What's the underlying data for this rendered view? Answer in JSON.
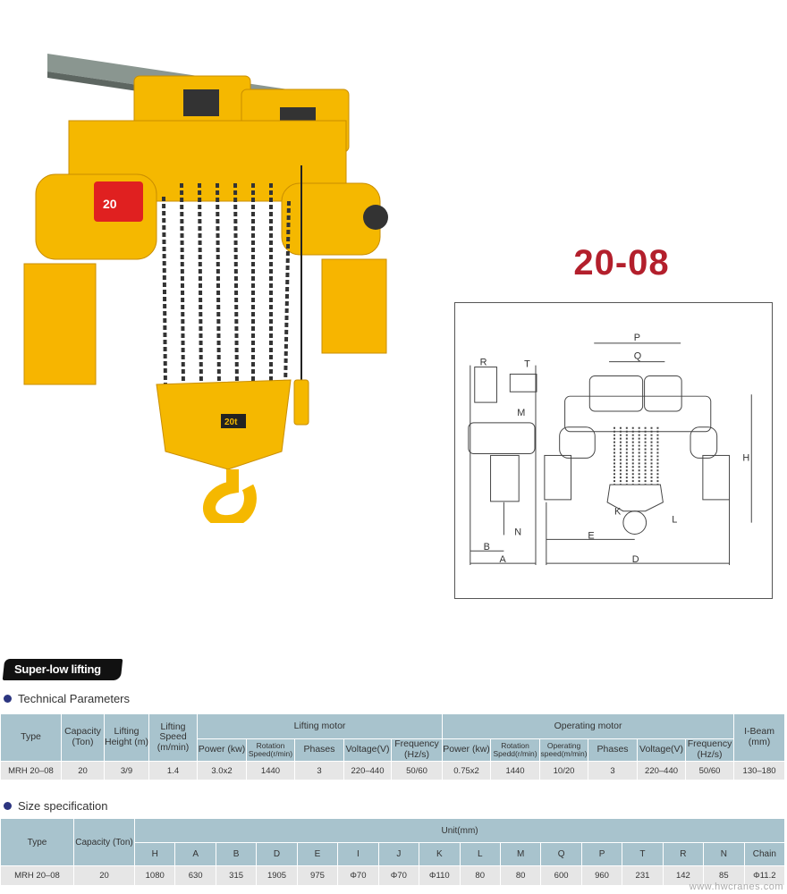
{
  "model_title": "20-08",
  "hoist_image": {
    "load_plate": "20t",
    "display": "20"
  },
  "diagram": {
    "labels": [
      "P",
      "Q",
      "R",
      "T",
      "M",
      "H",
      "K",
      "L",
      "N",
      "B",
      "A",
      "E",
      "D"
    ]
  },
  "banner": "Super-low lifting",
  "tech_section": "Technical Parameters",
  "tech_table": {
    "headers": {
      "type": "Type",
      "capacity": "Capacity (Ton)",
      "lifting_height": "Lifting Height (m)",
      "lifting_speed": "Lifting Speed (m/min)",
      "lifting_motor": "Lifting motor",
      "operating_motor": "Operating motor",
      "i_beam": "I-Beam (mm)",
      "lm": [
        "Power (kw)",
        "Rotation Speed(r/min)",
        "Phases",
        "Voltage(V)",
        "Frequency (Hz/s)"
      ],
      "om": [
        "Power (kw)",
        "Rotation Spedd(r/min)",
        "Operating speed(m/min)",
        "Phases",
        "Voltage(V)",
        "Frequency (Hz/s)"
      ]
    },
    "row": [
      "MRH 20–08",
      "20",
      "3/9",
      "1.4",
      "3.0x2",
      "1440",
      "3",
      "220–440",
      "50/60",
      "0.75x2",
      "1440",
      "10/20",
      "3",
      "220–440",
      "50/60",
      "130–180"
    ]
  },
  "size_section": "Size specification",
  "size_table": {
    "headers": {
      "type": "Type",
      "capacity": "Capacity (Ton)",
      "unit": "Unit(mm)",
      "cols": [
        "H",
        "A",
        "B",
        "D",
        "E",
        "I",
        "J",
        "K",
        "L",
        "M",
        "Q",
        "P",
        "T",
        "R",
        "N",
        "Chain"
      ]
    },
    "row": [
      "MRH 20–08",
      "20",
      "1080",
      "630",
      "315",
      "1905",
      "975",
      "Φ70",
      "Φ70",
      "Φ110",
      "80",
      "80",
      "600",
      "960",
      "231",
      "142",
      "85",
      "Φ11.2"
    ]
  },
  "watermark": "www.hwcranes.com",
  "colors": {
    "title_red": "#b31f2c",
    "hoist_yellow": "#f5b800",
    "table_header": "#a8c3cd",
    "table_row": "#e6e6e6",
    "bullet": "#2c3580"
  }
}
